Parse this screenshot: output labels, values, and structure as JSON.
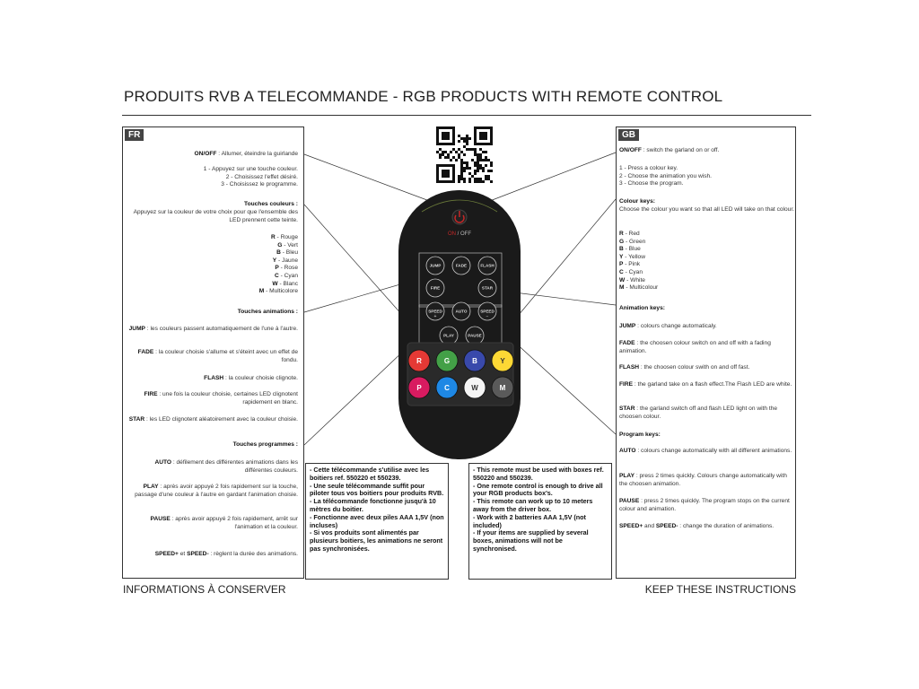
{
  "title": "PRODUITS RVB A TELECOMMANDE - RGB PRODUCTS WITH REMOTE CONTROL",
  "fr": {
    "tag": "FR",
    "onoff_key": "ON/OFF",
    "onoff_text": " : Allumer, éteindre la guirlande",
    "steps": [
      "1 - Appuyez sur une touche couleur.",
      "2 - Choisissez l'effet désiré.",
      "3 - Choisissez le programme."
    ],
    "colour_heading": "Touches couleurs :",
    "colour_desc": "Appuyez sur la couleur de votre choix pour que l'ensemble des LED prennent cette teinte.",
    "colours": [
      {
        "key": "R",
        "name": " - Rouge"
      },
      {
        "key": "G",
        "name": " - Vert"
      },
      {
        "key": "B",
        "name": " - Bleu"
      },
      {
        "key": "Y",
        "name": " - Jaune"
      },
      {
        "key": "P",
        "name": " - Rose"
      },
      {
        "key": "C",
        "name": " - Cyan"
      },
      {
        "key": "W",
        "name": " - Blanc"
      },
      {
        "key": "M",
        "name": " - Multicolore"
      }
    ],
    "anim_heading": "Touches animations :",
    "anims": [
      {
        "key": "JUMP",
        "text": " : les couleurs passent automatiquement de l'une à l'autre."
      },
      {
        "key": "FADE",
        "text": " : la couleur choisie s'allume et s'éteint avec un effet de fondu."
      },
      {
        "key": "FLASH",
        "text": " : la couleur choisie clignote."
      },
      {
        "key": "FIRE",
        "text": " : une fois la couleur choisie, certaines LED clignotent rapidement en blanc."
      },
      {
        "key": "STAR",
        "text": " : les LED clignotent aléatoirement avec la couleur choisie."
      }
    ],
    "prog_heading": "Touches programmes :",
    "progs": [
      {
        "key": "AUTO",
        "text": " : défilement des différentes animations dans les différentes couleurs."
      },
      {
        "key": "PLAY",
        "text": " : après avoir appuyé 2 fois rapidement sur la touche, passage d'une couleur à l'autre en gardant l'animation choisie."
      },
      {
        "key": "PAUSE",
        "text": " : après avoir appuyé 2 fois rapidement, arrêt sur l'animation et la couleur."
      }
    ],
    "speed_key1": "SPEED+",
    "speed_mid": " et ",
    "speed_key2": "SPEED-",
    "speed_text": " : règlent la durée des animations."
  },
  "gb": {
    "tag": "GB",
    "onoff_key": "ON/OFF",
    "onoff_text": " : switch the garland on or off.",
    "steps": [
      "1 - Press a colour key.",
      "2 - Choose the animation you wish.",
      "3 - Choose the program."
    ],
    "colour_heading": "Colour keys:",
    "colour_desc": "Choose the colour you want so that all LED will take on that colour.",
    "colours": [
      {
        "key": "R",
        "name": " - Red"
      },
      {
        "key": "G",
        "name": " - Green"
      },
      {
        "key": "B",
        "name": " - Blue"
      },
      {
        "key": "Y",
        "name": " - Yellow"
      },
      {
        "key": "P",
        "name": " - Pink"
      },
      {
        "key": "C",
        "name": " - Cyan"
      },
      {
        "key": "W",
        "name": " - White"
      },
      {
        "key": "M",
        "name": " - Multicolour"
      }
    ],
    "anim_heading": "Animation keys:",
    "anims": [
      {
        "key": "JUMP",
        "text": " : colours change automaticaly."
      },
      {
        "key": "FADE",
        "text": " : the choosen colour switch on and off with a fading animation."
      },
      {
        "key": "FLASH",
        "text": " : the choosen colour swith on and off fast."
      },
      {
        "key": "FIRE",
        "text": " : the garland take on a flash effect.The Flash LED are white."
      },
      {
        "key": "STAR",
        "text": " : the garland switch off and flash LED light on with the choosen colour."
      }
    ],
    "prog_heading": "Program keys:",
    "progs": [
      {
        "key": "AUTO",
        "text": " : colours change automatically with all different animations."
      },
      {
        "key": "PLAY",
        "text": " : press 2 times quickly. Colours change automatically with the choosen animation."
      },
      {
        "key": "PAUSE",
        "text": " : press 2 times quickly. The program stops on the current colour and animation."
      }
    ],
    "speed_key1": "SPEED+",
    "speed_mid": " and ",
    "speed_key2": "SPEED-",
    "speed_text": " : change the duration of animations."
  },
  "note_fr": [
    "- Cette télécommande s'utilise avec les boitiers ref. 550220 et 550239.",
    "- Une seule télécommande suffit pour piloter tous vos boitiers pour produits RVB.",
    "- La télécommande fonctionne jusqu'à 10 mètres du boitier.",
    "- Fonctionne avec deux piles AAA 1,5V (non incluses)",
    "- Si vos produits sont alimentés par plusieurs boitiers, les animations ne seront pas synchronisées."
  ],
  "note_gb": [
    "- This remote must be used with boxes ref. 550220 and 550239.",
    "- One remote control is enough to drive all your RGB products box's.",
    "- This remote can work up to 10 meters away from the driver box.",
    "- Work with 2 batteries AAA 1,5V (not included)",
    "- If your items are supplied by several boxes, animations will not be synchronised."
  ],
  "remote": {
    "power_label_on": "ON",
    "power_label_sep": " / ",
    "power_label_off": "OFF",
    "anim_keys": [
      "JUMP",
      "FADE",
      "FLASH",
      "FIRE",
      "STAR"
    ],
    "prog_keys": [
      "SPEED",
      "AUTO",
      "SPEED",
      "PLAY",
      "PAUSE"
    ],
    "speed_plus": "+",
    "speed_minus": "−",
    "colour_keys": [
      {
        "label": "R",
        "color": "#e53935"
      },
      {
        "label": "G",
        "color": "#43a047"
      },
      {
        "label": "B",
        "color": "#3949ab"
      },
      {
        "label": "Y",
        "color": "#fdd835"
      },
      {
        "label": "P",
        "color": "#d81b60"
      },
      {
        "label": "C",
        "color": "#1e88e5"
      },
      {
        "label": "W",
        "color": "#f5f5f5"
      },
      {
        "label": "M",
        "color": "#5a5a5a"
      }
    ],
    "body_color": "#1a1a1a",
    "accent_color": "#c62828"
  },
  "footer_left": "INFORMATIONS À CONSERVER",
  "footer_right": "KEEP THESE INSTRUCTIONS"
}
